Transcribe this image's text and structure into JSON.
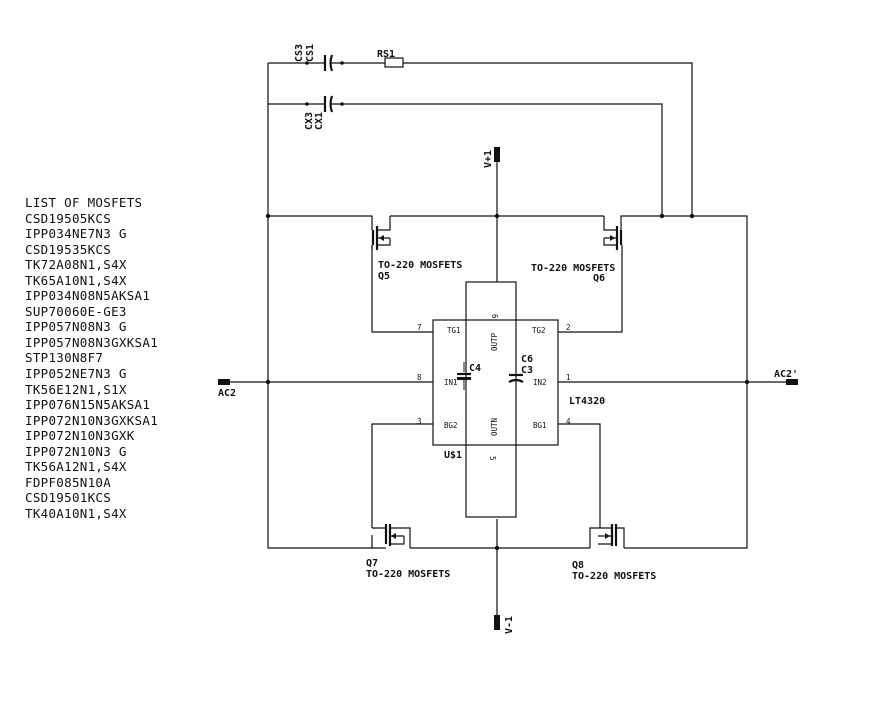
{
  "mosfet_list": {
    "title": "LIST OF MOSFETS",
    "items": [
      "CSD19505KCS",
      "IPP034NE7N3 G",
      "CSD19535KCS",
      "TK72A08N1,S4X",
      "TK65A10N1,S4X",
      "IPP034N08N5AKSA1",
      "SUP70060E-GE3",
      "IPP057N08N3 G",
      "IPP057N08N3GXKSA1",
      "STP130N8F7",
      "IPP052NE7N3 G",
      "TK56E12N1,S1X",
      "IPP076N15N5AKSA1",
      "IPP072N10N3GXKSA1",
      "IPP072N10N3GXK",
      "IPP072N10N3 G",
      "TK56A12N1,S4X",
      "FDPF085N10A",
      "CSD19501KCS",
      "TK40A10N1,S4X"
    ]
  },
  "components": {
    "cs3": "CS3",
    "cs1": "CS1",
    "rs1": "RS1",
    "cx3": "CX3",
    "cx1": "CX1",
    "c4": "C4",
    "c6": "C6",
    "c3": "C3",
    "ic_name": "LT4320",
    "ic_ref": "U$1"
  },
  "nets": {
    "vpos": "V+1",
    "vneg": "V-1",
    "ac2": "AC2",
    "ac2p": "AC2'"
  },
  "mosfets": {
    "q5_type": "TO-220 MOSFETS",
    "q5_ref": "Q5",
    "q6_type": "TO-220 MOSFETS",
    "q6_ref": "Q6",
    "q7_ref": "Q7",
    "q7_type": "TO-220 MOSFETS",
    "q8_ref": "Q8",
    "q8_type": "TO-220 MOSFETS"
  },
  "ic_pins": {
    "tg1": "TG1",
    "tg1_num": "7",
    "tg2": "TG2",
    "tg2_num": "2",
    "in1": "IN1",
    "in1_num": "8",
    "in2": "IN2",
    "in2_num": "1",
    "bg2": "BG2",
    "bg2_num": "3",
    "bg1": "BG1",
    "bg1_num": "4",
    "outp": "OUTP",
    "outp_num": "6",
    "outn": "OUTN",
    "outn_num": "5"
  }
}
